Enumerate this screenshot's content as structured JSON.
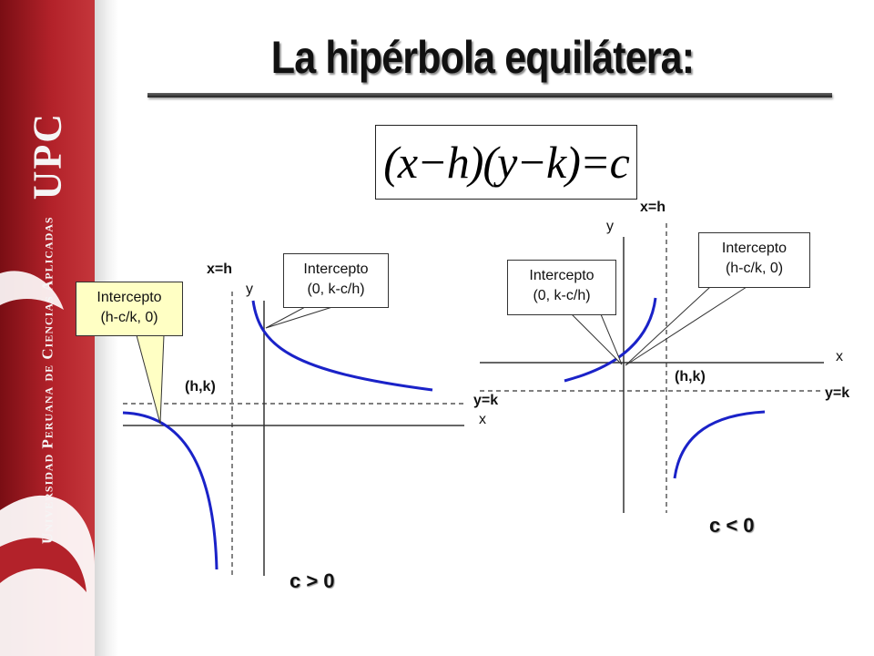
{
  "colors": {
    "sidebar": "#b3222a",
    "curve": "#1a22c8",
    "callout_yellow": "#ffffc4"
  },
  "sidebar": {
    "logo_text": "UPC",
    "university_name": "Universidad Peruana de Ciencias Aplicadas",
    "logo_icon": "upc-swoosh-logo-icon"
  },
  "slide": {
    "title": "La hipérbola equilátera:",
    "formula": "(x−h)(y−k)=c"
  },
  "left_graph": {
    "asymptote_v": "x=h",
    "axis_y": "y",
    "axis_x": "x",
    "center": "(h,k)",
    "asymptote_h": "y=k",
    "callout_x_intercept": {
      "line1": "Intercepto",
      "line2": "(h-c/k, 0)"
    },
    "callout_y_intercept": {
      "line1": "Intercepto",
      "line2": "(0, k-c/h)"
    },
    "case": "c > 0"
  },
  "right_graph": {
    "asymptote_v": "x=h",
    "axis_y": "y",
    "axis_x": "x",
    "center": "(h,k)",
    "asymptote_h": "y=k",
    "callout_y_intercept": {
      "line1": "Intercepto",
      "line2": "(0, k-c/h)"
    },
    "callout_x_intercept": {
      "line1": "Intercepto",
      "line2": "(h-c/k, 0)"
    },
    "case": "c < 0"
  }
}
